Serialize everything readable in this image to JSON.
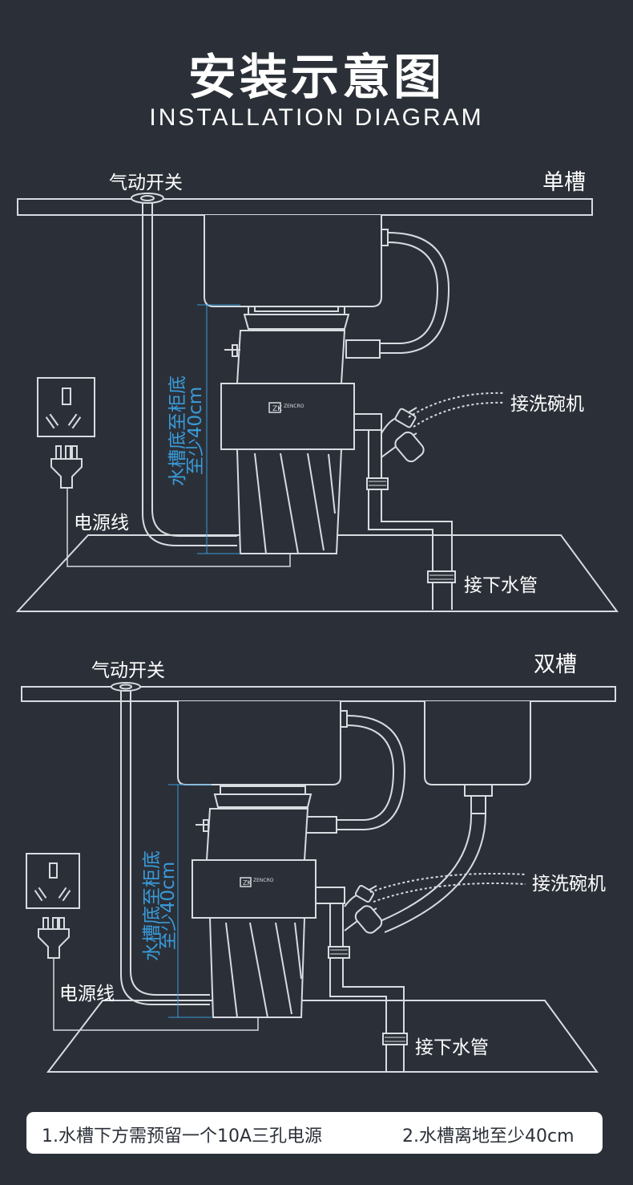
{
  "header": {
    "title": "安装示意图",
    "subtitle": "INSTALLATION DIAGRAM"
  },
  "single_sink": {
    "type_label": "单槽",
    "air_switch": "气动开关",
    "power_cord": "电源线",
    "dishwasher": "接洗碗机",
    "drain_pipe": "接下水管",
    "height_line1": "水槽底至柜底",
    "height_line2": "至少40cm"
  },
  "double_sink": {
    "type_label": "双槽",
    "air_switch": "气动开关",
    "power_cord": "电源线",
    "dishwasher": "接洗碗机",
    "drain_pipe": "接下水管",
    "height_line1": "水槽底至柜底",
    "height_line2": "至少40cm"
  },
  "footer": {
    "note1": "1.水槽下方需预留一个10A三孔电源",
    "note2": "2.水槽离地至少40cm"
  },
  "colors": {
    "background": "#2b3038",
    "accent": "#3a9ad9",
    "line": "#d8dbe0"
  }
}
